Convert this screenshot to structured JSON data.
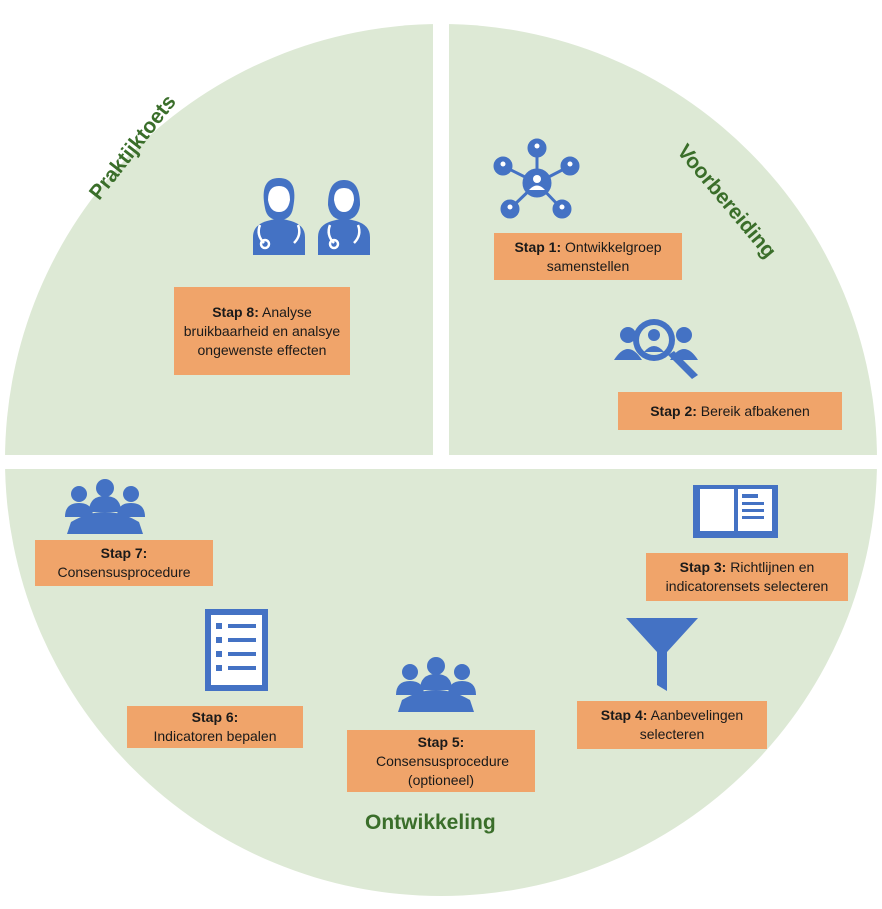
{
  "sections": {
    "praktijktoets": "Praktijktoets",
    "voorbereiding": "Voorbereiding",
    "ontwikkeling": "Ontwikkeling"
  },
  "steps": [
    {
      "label": "Stap 1:",
      "text": "Ontwikkelgroep samenstellen"
    },
    {
      "label": "Stap 2:",
      "text": "Bereik afbakenen"
    },
    {
      "label": "Stap 3:",
      "text": "Richtlijnen en indicatorensets selecteren"
    },
    {
      "label": "Stap 4:",
      "text": "Aanbevelingen selecteren"
    },
    {
      "label": "Stap 5:",
      "text": "Consensusprocedure (optioneel)"
    },
    {
      "label": "Stap 6:",
      "text": "Indicatoren bepalen"
    },
    {
      "label": "Stap 7:",
      "text": "Consensusprocedure"
    },
    {
      "label": "Stap 8:",
      "text": "Analyse bruikbaarheid en analsye ongewenste effecten"
    }
  ],
  "icons": [
    "people-network-icon",
    "search-people-icon",
    "book-icon",
    "funnel-icon",
    "meeting-group-icon",
    "checklist-icon",
    "meeting-group-icon",
    "doctors-icon"
  ],
  "colors": {
    "background_circle": "#dde9d5",
    "step_box": "#f0a46a",
    "icon": "#4472c4",
    "section_title": "#3a6e2a"
  }
}
